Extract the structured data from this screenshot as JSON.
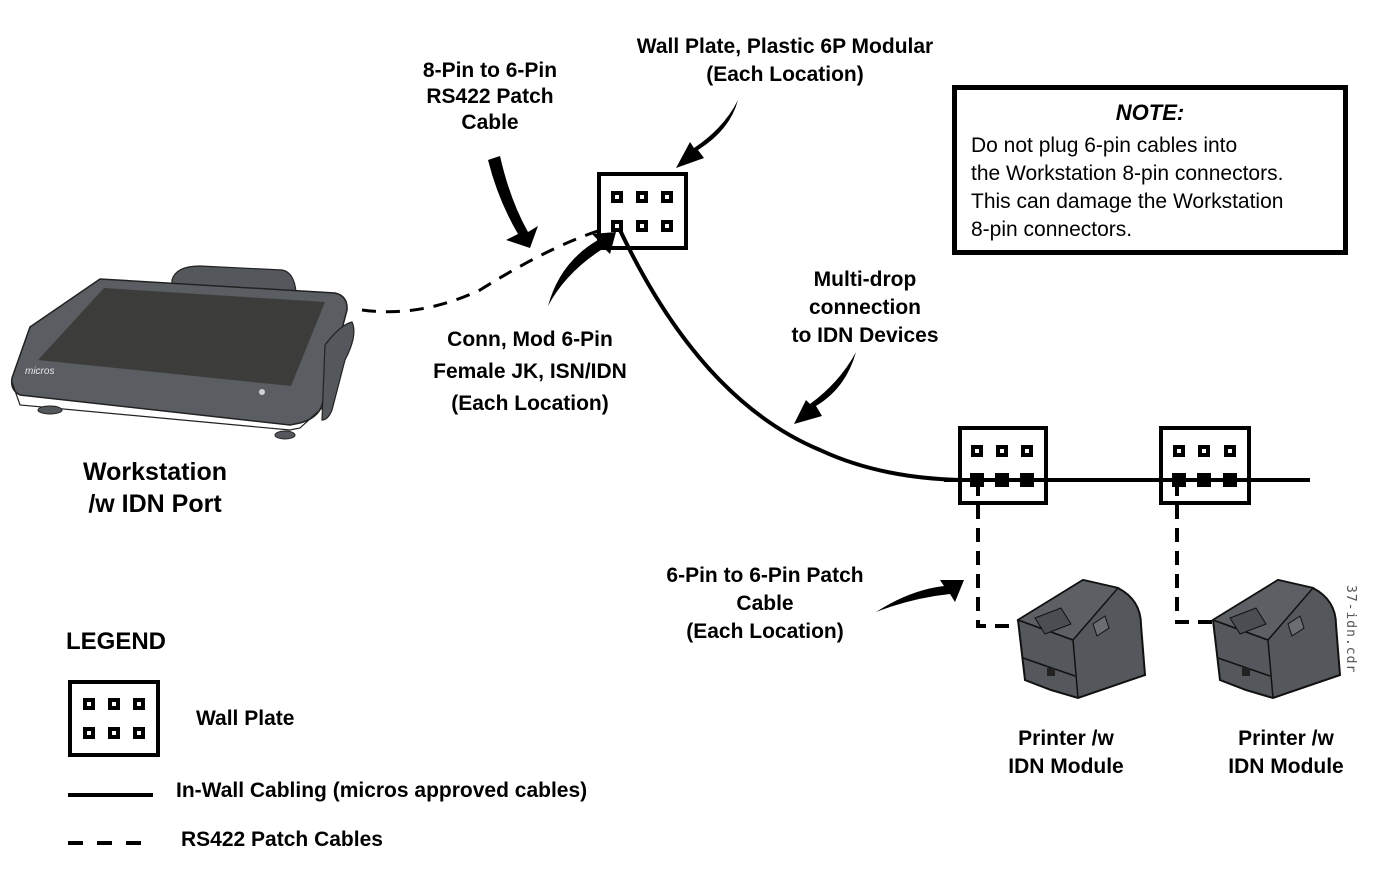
{
  "diagram": {
    "title": "IDN Multi-drop Wiring Diagram",
    "labels": {
      "patch_cable_8to6": [
        "8-Pin to 6-Pin",
        "RS422 Patch",
        "Cable"
      ],
      "wall_plate": [
        "Wall Plate, Plastic 6P Modular",
        "(Each Location)"
      ],
      "conn_mod": [
        "Conn, Mod 6-Pin",
        "Female JK, ISN/IDN",
        "(Each Location)"
      ],
      "multidrop": [
        "Multi-drop",
        "connection",
        "to IDN Devices"
      ],
      "patch_cable_6to6": [
        "6-Pin to 6-Pin Patch",
        "Cable",
        "(Each Location)"
      ],
      "workstation": [
        "Workstation",
        "/w IDN Port"
      ],
      "printer_1": [
        "Printer /w",
        "IDN Module"
      ],
      "printer_2": [
        "Printer /w",
        "IDN Module"
      ]
    },
    "workstation_brand": "micros",
    "file_tag": "37-idn.cdr",
    "colors": {
      "device_body": "#54585c",
      "device_screen": "#3c3c3a",
      "line": "#000000",
      "background": "#ffffff"
    }
  },
  "note": {
    "title": "NOTE:",
    "lines": [
      "Do not plug 6-pin cables into",
      "the Workstation 8-pin connectors.",
      "This can damage the Workstation",
      "8-pin connectors."
    ]
  },
  "legend": {
    "title": "LEGEND",
    "items": [
      {
        "symbol": "wall-plate",
        "label": "Wall Plate"
      },
      {
        "symbol": "solid-line",
        "label": "In-Wall Cabling (micros approved cables)"
      },
      {
        "symbol": "dashed-line",
        "label": "RS422 Patch  Cables"
      }
    ]
  }
}
